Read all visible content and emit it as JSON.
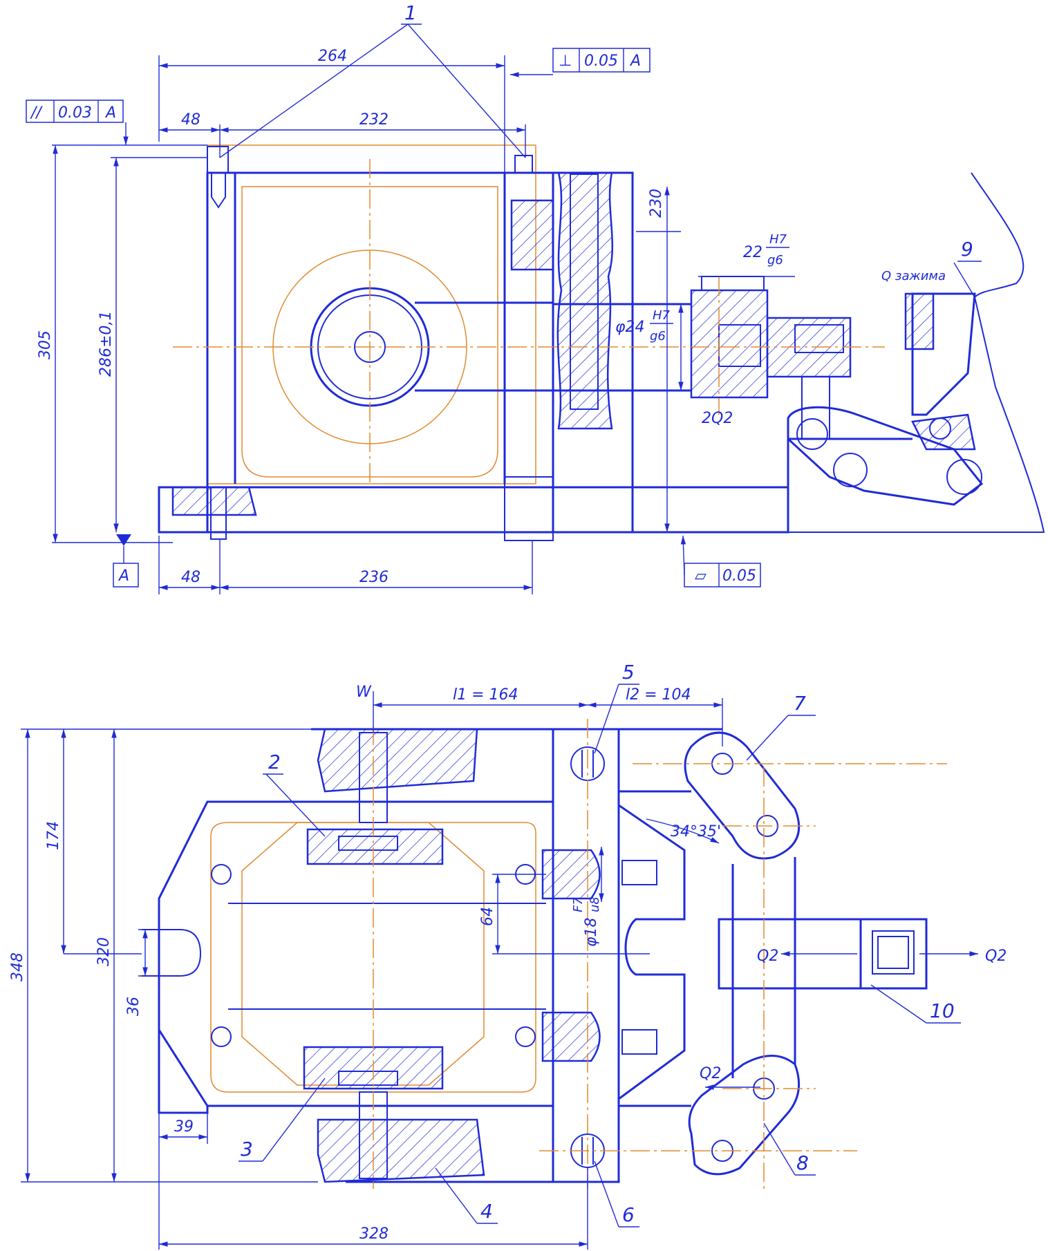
{
  "tolerance_frames": {
    "parallelism": {
      "symbol": "//",
      "value": "0.03",
      "datum": "A"
    },
    "perpendicularity": {
      "symbol": "⊥",
      "value": "0.05",
      "datum": "A"
    },
    "flatness": {
      "symbol": "▱",
      "value": "0.05"
    },
    "datum_label": "A"
  },
  "top_view_dims": {
    "d264": "264",
    "d48_top": "48",
    "d232": "232",
    "d230": "230",
    "d305": "305",
    "d286": "286±0,1",
    "d48_bottom": "48",
    "d236": "236",
    "fit22_prefix": "22",
    "fit22_num": "H7",
    "fit22_den": "g6",
    "fit24_prefix": "φ24",
    "fit24_num": "H7",
    "fit24_den": "g6",
    "force_2q2": "2Q2",
    "clamp_force": "Q зажима"
  },
  "bottom_view_dims": {
    "w_label": "W",
    "l1": "l1 = 164",
    "l2": "l2 = 104",
    "d348": "348",
    "d174": "174",
    "d320": "320",
    "d36": "36",
    "d39": "39",
    "d328": "328",
    "d64": "64",
    "angle": "34°35'",
    "fit18_prefix": "φ18",
    "fit18_num": "F7",
    "fit18_den": "u8",
    "q2_left": "Q2",
    "q2_right": "Q2",
    "q2_lower": "Q2"
  },
  "callouts": [
    "1",
    "2",
    "3",
    "4",
    "5",
    "6",
    "7",
    "8",
    "9",
    "10"
  ]
}
